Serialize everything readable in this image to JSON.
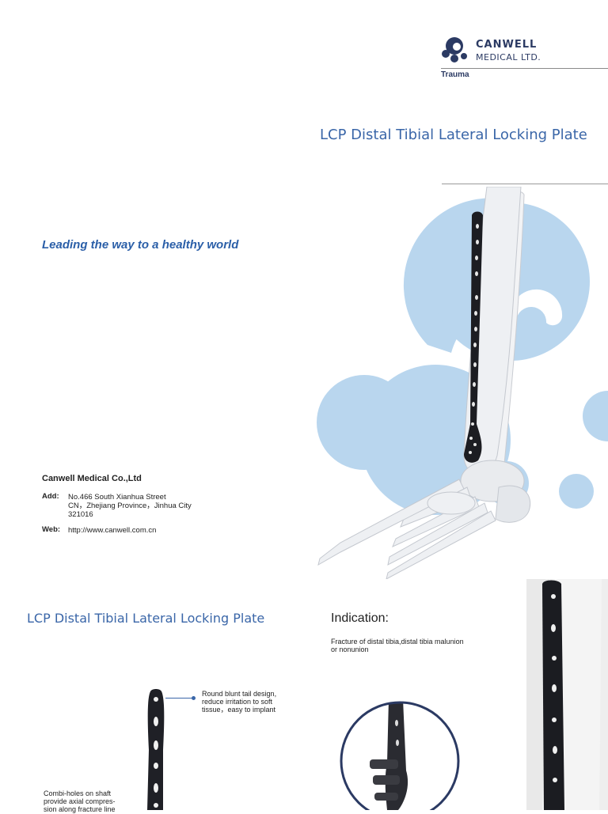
{
  "header": {
    "company_line1": "CANWELL",
    "company_line2": "MEDICAL LTD.",
    "section": "Trauma"
  },
  "cover": {
    "title": "LCP Distal Tibial Lateral Locking Plate",
    "slogan": "Leading the way to a healthy world",
    "company": "Canwell Medical Co.,Ltd",
    "add_label": "Add:",
    "address_line1": "No.466 South Xianhua Street",
    "address_line2": "CN，Zhejiang Province，Jinhua City",
    "address_line3": "321016",
    "web_label": "Web:",
    "web": "http://www.canwell.com.cn"
  },
  "detail": {
    "title": "LCP Distal Tibial Lateral Locking Plate",
    "callout_tail_line1": "Round blunt tail design,",
    "callout_tail_line2": "reduce irritation to soft",
    "callout_tail_line3": "tissue，easy to implant",
    "callout_combi_line1": "Combi-holes on shaft",
    "callout_combi_line2": "provide axial compres-",
    "callout_combi_line3": "sion along fracture line"
  },
  "indication": {
    "heading": "Indication:",
    "line1": "Fracture of distal tibia,distal tibia malunion",
    "line2": "or nonunion"
  },
  "colors": {
    "brand_blue": "#3a66a8",
    "navy": "#2b3a63",
    "circle_light_blue": "#b9d6ee"
  }
}
